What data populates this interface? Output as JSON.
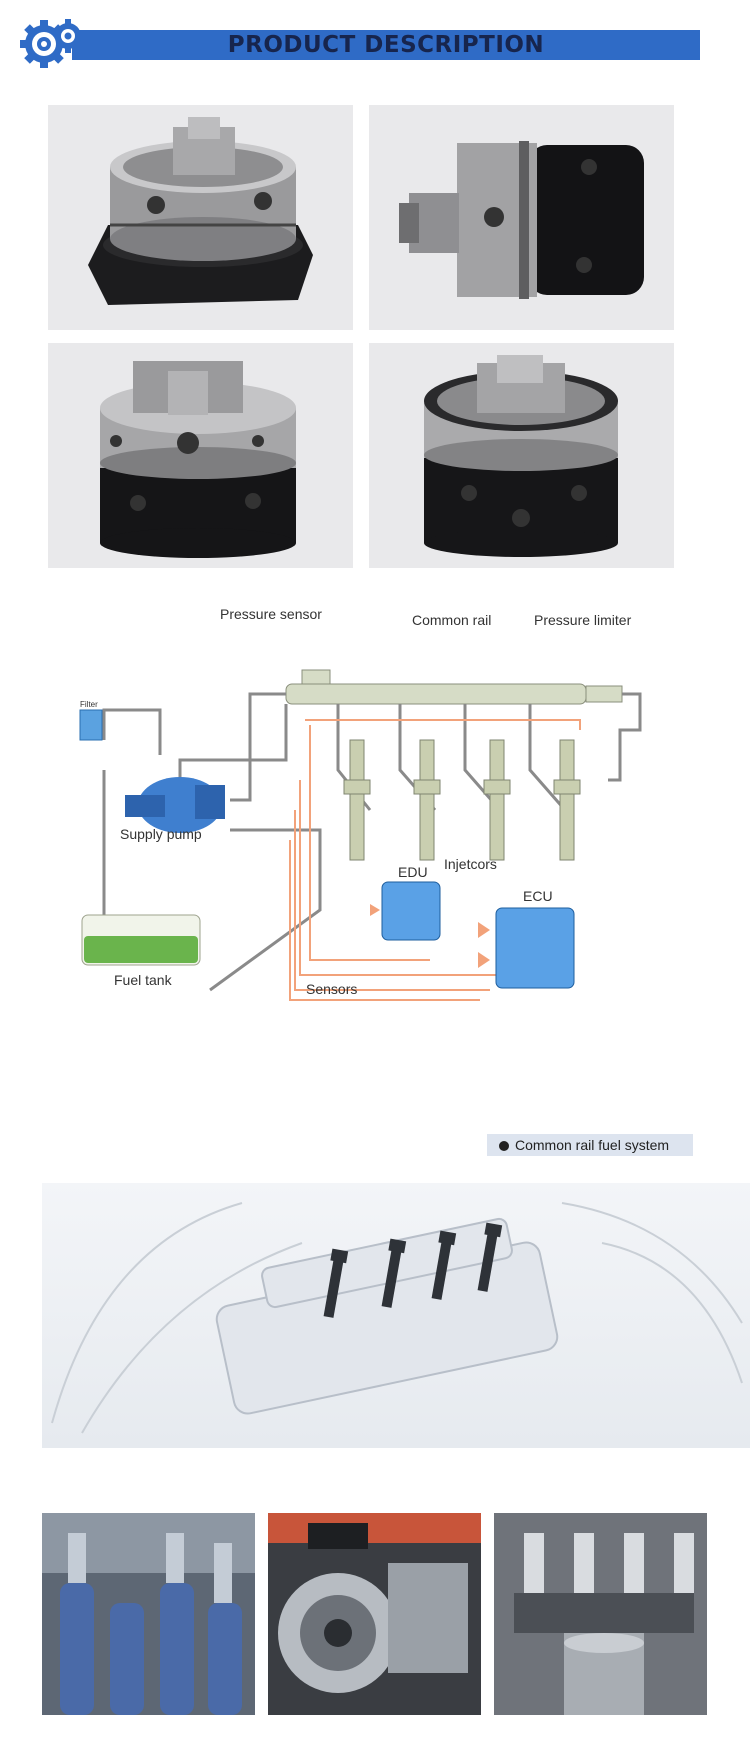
{
  "header": {
    "title": "PRODUCT DESCRIPTION"
  },
  "brand_color": "#2f6bc6",
  "diagram": {
    "labels": {
      "pressure_sensor": "Pressure sensor",
      "common_rail": "Common rail",
      "pressure_limiter": "Pressure limiter",
      "filter": "Filter",
      "supply_pump": "Supply pump",
      "injectors": "Injetcors",
      "edu": "EDU",
      "ecu": "ECU",
      "fuel_tank": "Fuel tank",
      "sensors": "Sensors"
    },
    "caption": "Common rail fuel system"
  },
  "icons": [
    "gear-logo-icon",
    "bullet-dot-icon"
  ]
}
